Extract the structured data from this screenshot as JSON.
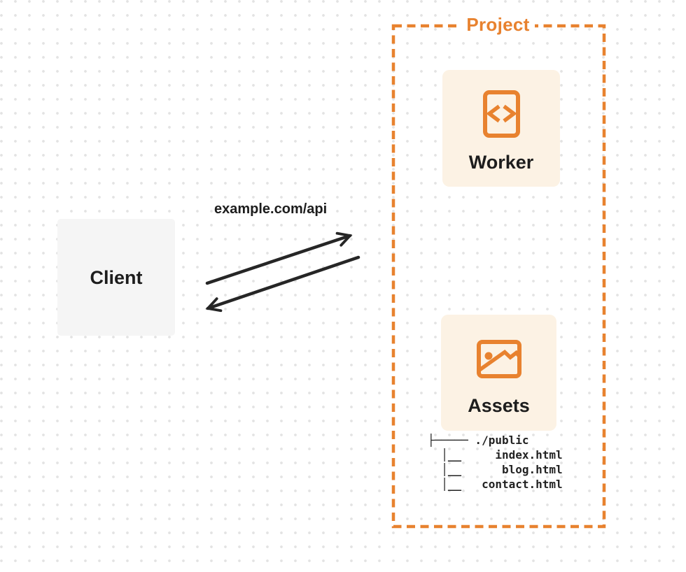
{
  "colors": {
    "accent": "#E8822F",
    "panel_bg": "#FCF2E4",
    "client_bg": "#F5F5F5",
    "ink": "#1D1D1D",
    "arrow": "#262626",
    "grid_dot": "#E3E3E3",
    "tree_text": "#222222"
  },
  "diagram": {
    "project": {
      "label": "Project",
      "worker": {
        "label": "Worker",
        "icon": "code-icon"
      },
      "assets": {
        "label": "Assets",
        "icon": "image-icon"
      },
      "file_tree_lines": [
        "├───── ./public",
        "  │__     index.html",
        "  │__      blog.html",
        "  │__   contact.html"
      ]
    },
    "client": {
      "label": "Client"
    },
    "request": {
      "label": "example.com/api"
    }
  }
}
